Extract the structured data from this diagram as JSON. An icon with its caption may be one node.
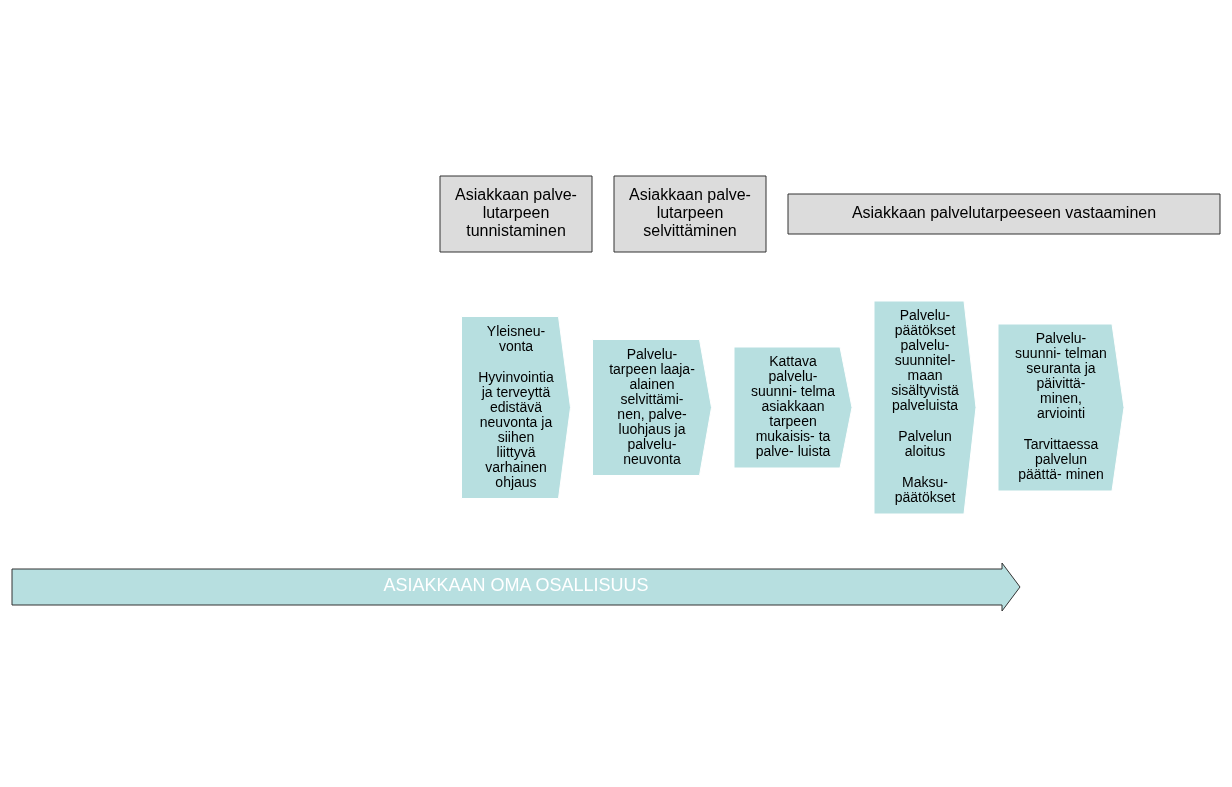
{
  "diagram": {
    "nodes": [
      {
        "text": [
          "Asiakkaan palve- lutarpeen tunnistaminen"
        ]
      },
      {
        "text": [
          "Asiakkaan palve- lutarpeen selvittäminen"
        ]
      },
      {
        "text": [
          "Asiakkaan palvelutarpeeseen vastaaminen"
        ]
      },
      {
        "text": [
          "Yleisneu- vonta",
          "Hyvinvointia ja terveyttä edistävä neuvonta ja siihen liittyvä varhainen ohjaus"
        ]
      },
      {
        "text": [
          "Palvelu- tarpeen laaja- alainen selvittämi- nen, palve- luohjaus ja palvelu- neuvonta"
        ]
      },
      {
        "text": [
          "Kattava palvelu- suunni- telma asiakkaan tarpeen mukaisis- ta palve- luista"
        ]
      },
      {
        "text": [
          "Palvelu- päätökset palvelu- suunnitel- maan sisältyvistä palveluista",
          "Palvelun aloitus",
          "Maksu- päätökset"
        ]
      },
      {
        "text": [
          "Palvelu- suunni- telman seuranta ja päivittä- minen, arviointi",
          "Tarvittaessa palvelun päättä- minen"
        ]
      },
      {
        "text": [
          "ASIAKKAAN OMA OSALLISUUS"
        ]
      }
    ]
  }
}
